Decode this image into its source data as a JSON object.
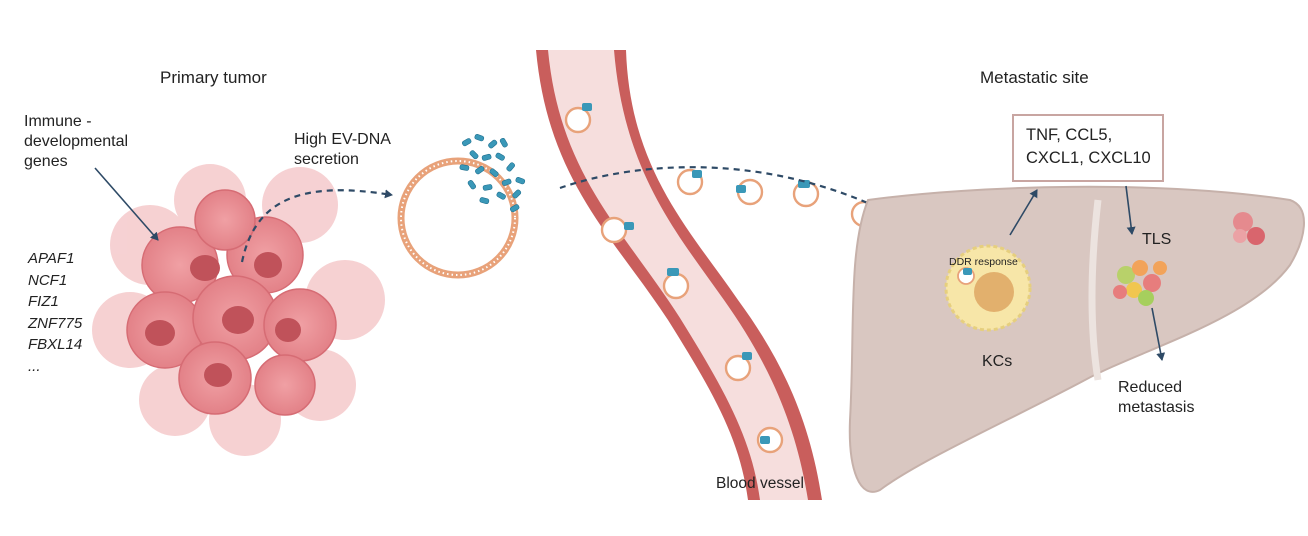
{
  "labels": {
    "primary_tumor": "Primary tumor",
    "immune_genes": [
      "Immune -",
      "developmental",
      "genes"
    ],
    "secretion": [
      "High EV-DNA",
      "secretion"
    ],
    "metastatic_site": "Metastatic site",
    "ddr_response": "DDR response",
    "kcs": "KCs",
    "tls": "TLS",
    "reduced": [
      "Reduced",
      "metastasis"
    ],
    "blood_vessel": "Blood vessel"
  },
  "genes": [
    "APAF1",
    "NCF1",
    "FIZ1",
    "ZNF775",
    "FBXL14",
    "..."
  ],
  "cytokines": [
    "TNF, CCL5,",
    "CXCL1, CXCL10"
  ],
  "icons": [
    "tumor-cluster-icon",
    "extracellular-vesicle-icon",
    "ev-dna-icon",
    "blood-vessel-icon",
    "liver-icon",
    "kupffer-cell-icon",
    "tls-cluster-icon",
    "metastasis-nodule-icon"
  ],
  "colors": {
    "tumor_cell": "#e8848a",
    "tumor_nucleus": "#c0525a",
    "vessel_wall": "#c95e5c",
    "vessel_lumen": "#f6dedd",
    "vesicle": "#e8a27a",
    "dna": "#3a98b8",
    "liver": "#d9c7c1",
    "kupffer": "#f7e6a8",
    "arrow": "#2e4a66"
  }
}
